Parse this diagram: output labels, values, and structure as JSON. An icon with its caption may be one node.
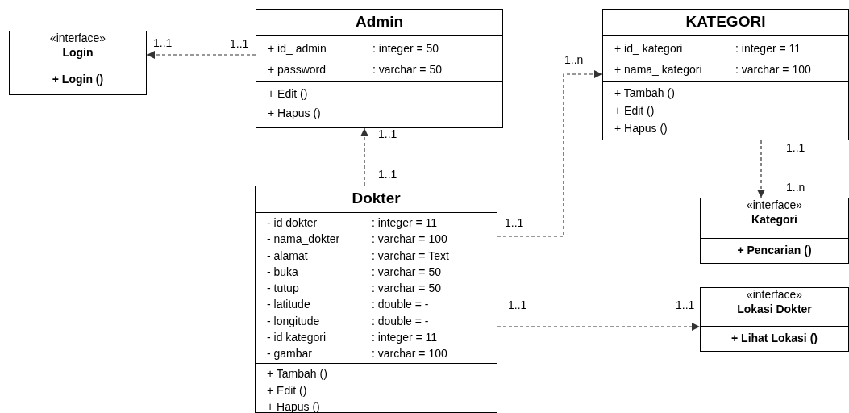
{
  "diagram": {
    "nodes": [
      {
        "text": [
          "«interface»",
          "Login"
        ]
      },
      {
        "text": [
          "+ Login ()"
        ],
        "in": 0
      },
      {
        "text": [
          "Admin"
        ]
      },
      {
        "text": [
          "+ id_  admin",
          ":  integer = 50",
          "+ password",
          ":  varchar = 50"
        ],
        "in": 2
      },
      {
        "text": [
          "+ Edit ()",
          "+ Hapus ()"
        ],
        "in": 2
      },
      {
        "text": [
          "KATEGORI"
        ]
      },
      {
        "text": [
          "+ id_  kategori",
          ":  integer = 11",
          "+ nama_ kategori",
          ":  varchar = 100"
        ],
        "in": 5
      },
      {
        "text": [
          "+ Tambah ()",
          "+ Edit ()",
          "+ Hapus ()"
        ],
        "in": 5
      },
      {
        "text": [
          "Dokter"
        ]
      },
      {
        "text": [
          "-  id  dokter",
          ":  integer = 11",
          "-  nama_dokter",
          ":  varchar = 100",
          "-  alamat",
          ":  varchar = Text",
          "-  buka",
          ":  varchar =  50",
          "-  tutup",
          ":  varchar =  50",
          "-  latitude",
          ":  double = -",
          "-  longitude",
          ":  double = -",
          "-  id kategori",
          ":  integer = 11",
          "-  gambar",
          ":  varchar = 100"
        ],
        "in": 8
      },
      {
        "text": [
          "+ Tambah ()",
          "+ Edit ()",
          "+ Hapus ()"
        ],
        "in": 8
      },
      {
        "text": [
          "«interface»",
          "Kategori"
        ]
      },
      {
        "text": [
          "+ Pencarian ()"
        ],
        "in": 11
      },
      {
        "text": [
          "«interface»",
          "Lokasi Dokter"
        ]
      },
      {
        "text": [
          "+ Lihat Lokasi ()"
        ],
        "in": 13
      }
    ],
    "edges": [
      {
        "from": 2,
        "to": 0,
        "arrow": "to",
        "style": "dashed"
      },
      {
        "from": 8,
        "to": 2,
        "arrow": "to",
        "style": "dashed"
      },
      {
        "from": 8,
        "to": 5,
        "arrow": "to",
        "style": "dashed"
      },
      {
        "from": 5,
        "to": 11,
        "arrow": "to",
        "style": "dashed"
      },
      {
        "from": 8,
        "to": 13,
        "arrow": "to",
        "style": "dashed"
      }
    ],
    "labels": [
      "1..1",
      "1..1",
      "1..n",
      "1..1",
      "1..1",
      "1..1",
      "1..1",
      "1..n",
      "1..1",
      "1..1"
    ]
  }
}
